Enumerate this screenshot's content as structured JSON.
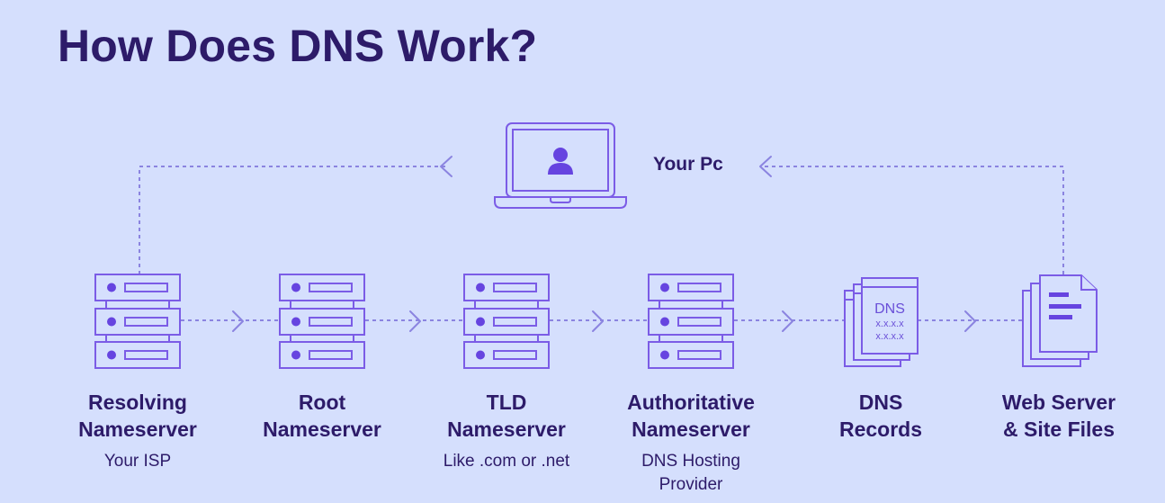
{
  "title": "How Does DNS Work?",
  "colors": {
    "background": "#d5dffd",
    "text": "#2d1b69",
    "icon_stroke": "#7b5ce6",
    "icon_fill": "#6644e0",
    "connector": "#8b84e0"
  },
  "pc": {
    "label": "Your Pc",
    "icon": "laptop-user-icon"
  },
  "nodes": [
    {
      "id": "resolving",
      "title_line1": "Resolving",
      "title_line2": "Nameserver",
      "sub_line1": "Your ISP",
      "sub_line2": "",
      "icon": "server-rack-icon"
    },
    {
      "id": "root",
      "title_line1": "Root",
      "title_line2": "Nameserver",
      "sub_line1": "",
      "sub_line2": "",
      "icon": "server-rack-icon"
    },
    {
      "id": "tld",
      "title_line1": "TLD",
      "title_line2": "Nameserver",
      "sub_line1": "Like .com or .net",
      "sub_line2": "",
      "icon": "server-rack-icon"
    },
    {
      "id": "authoritative",
      "title_line1": "Authoritative",
      "title_line2": "Nameserver",
      "sub_line1": "DNS Hosting",
      "sub_line2": "Provider",
      "icon": "server-rack-icon"
    },
    {
      "id": "records",
      "title_line1": "DNS",
      "title_line2": "Records",
      "sub_line1": "",
      "sub_line2": "",
      "icon": "dns-records-icon"
    },
    {
      "id": "webserver",
      "title_line1": "Web Server",
      "title_line2": "& Site Files",
      "sub_line1": "",
      "sub_line2": "",
      "icon": "site-files-icon"
    }
  ],
  "records_icon": {
    "heading": "DNS",
    "line1": "x.x.x.x",
    "line2": "x.x.x.x"
  }
}
